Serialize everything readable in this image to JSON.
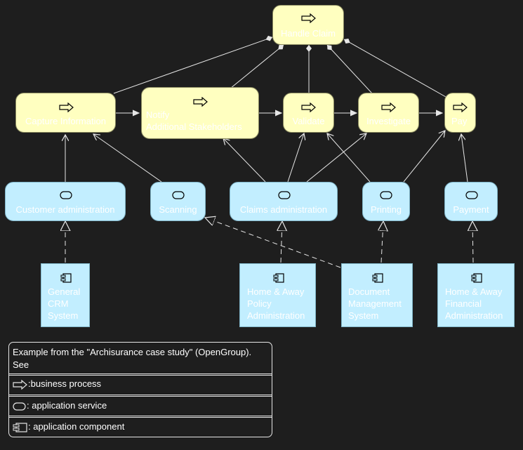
{
  "colors": {
    "background": "#1e1e1e",
    "process_fill": "#ffffc0",
    "service_fill": "#c2eeff",
    "line": "#e6e6e6",
    "text": "#ffffff"
  },
  "processes": {
    "handle_claim": {
      "label": "Handle Claim",
      "icon": "process-arrow-icon"
    },
    "capture": {
      "label": "Capture Information",
      "icon": "process-arrow-icon"
    },
    "notify": {
      "label": "Notify\nAdditional Stakeholders",
      "icon": "process-arrow-icon"
    },
    "validate": {
      "label": "Validate",
      "icon": "process-arrow-icon"
    },
    "investigate": {
      "label": "Investigate",
      "icon": "process-arrow-icon"
    },
    "pay": {
      "label": "Pay",
      "icon": "process-arrow-icon"
    }
  },
  "services": {
    "customer_admin": {
      "label": "Customer administration",
      "icon": "service-pill-icon"
    },
    "scanning": {
      "label": "Scanning",
      "icon": "service-pill-icon"
    },
    "claims_admin": {
      "label": "Claims administration",
      "icon": "service-pill-icon"
    },
    "printing": {
      "label": "Printing",
      "icon": "service-pill-icon"
    },
    "payment": {
      "label": "Payment",
      "icon": "service-pill-icon"
    }
  },
  "components": {
    "general_crm": {
      "label": "General\nCRM\nSystem",
      "icon": "component-icon"
    },
    "home_away_policy": {
      "label": "Home & Away\nPolicy\nAdministration",
      "icon": "component-icon"
    },
    "document_mgmt": {
      "label": "Document\nManagement\nSystem",
      "icon": "component-icon"
    },
    "home_away_financial": {
      "label": "Home & Away\nFinancial\nAdministration",
      "icon": "component-icon"
    }
  },
  "legend": {
    "note_line1": "Example from the \"Archisurance case study\" (OpenGroup).",
    "note_line2": "See",
    "business_process": ":business process",
    "application_service": ": application service",
    "application_component": ": application component"
  }
}
